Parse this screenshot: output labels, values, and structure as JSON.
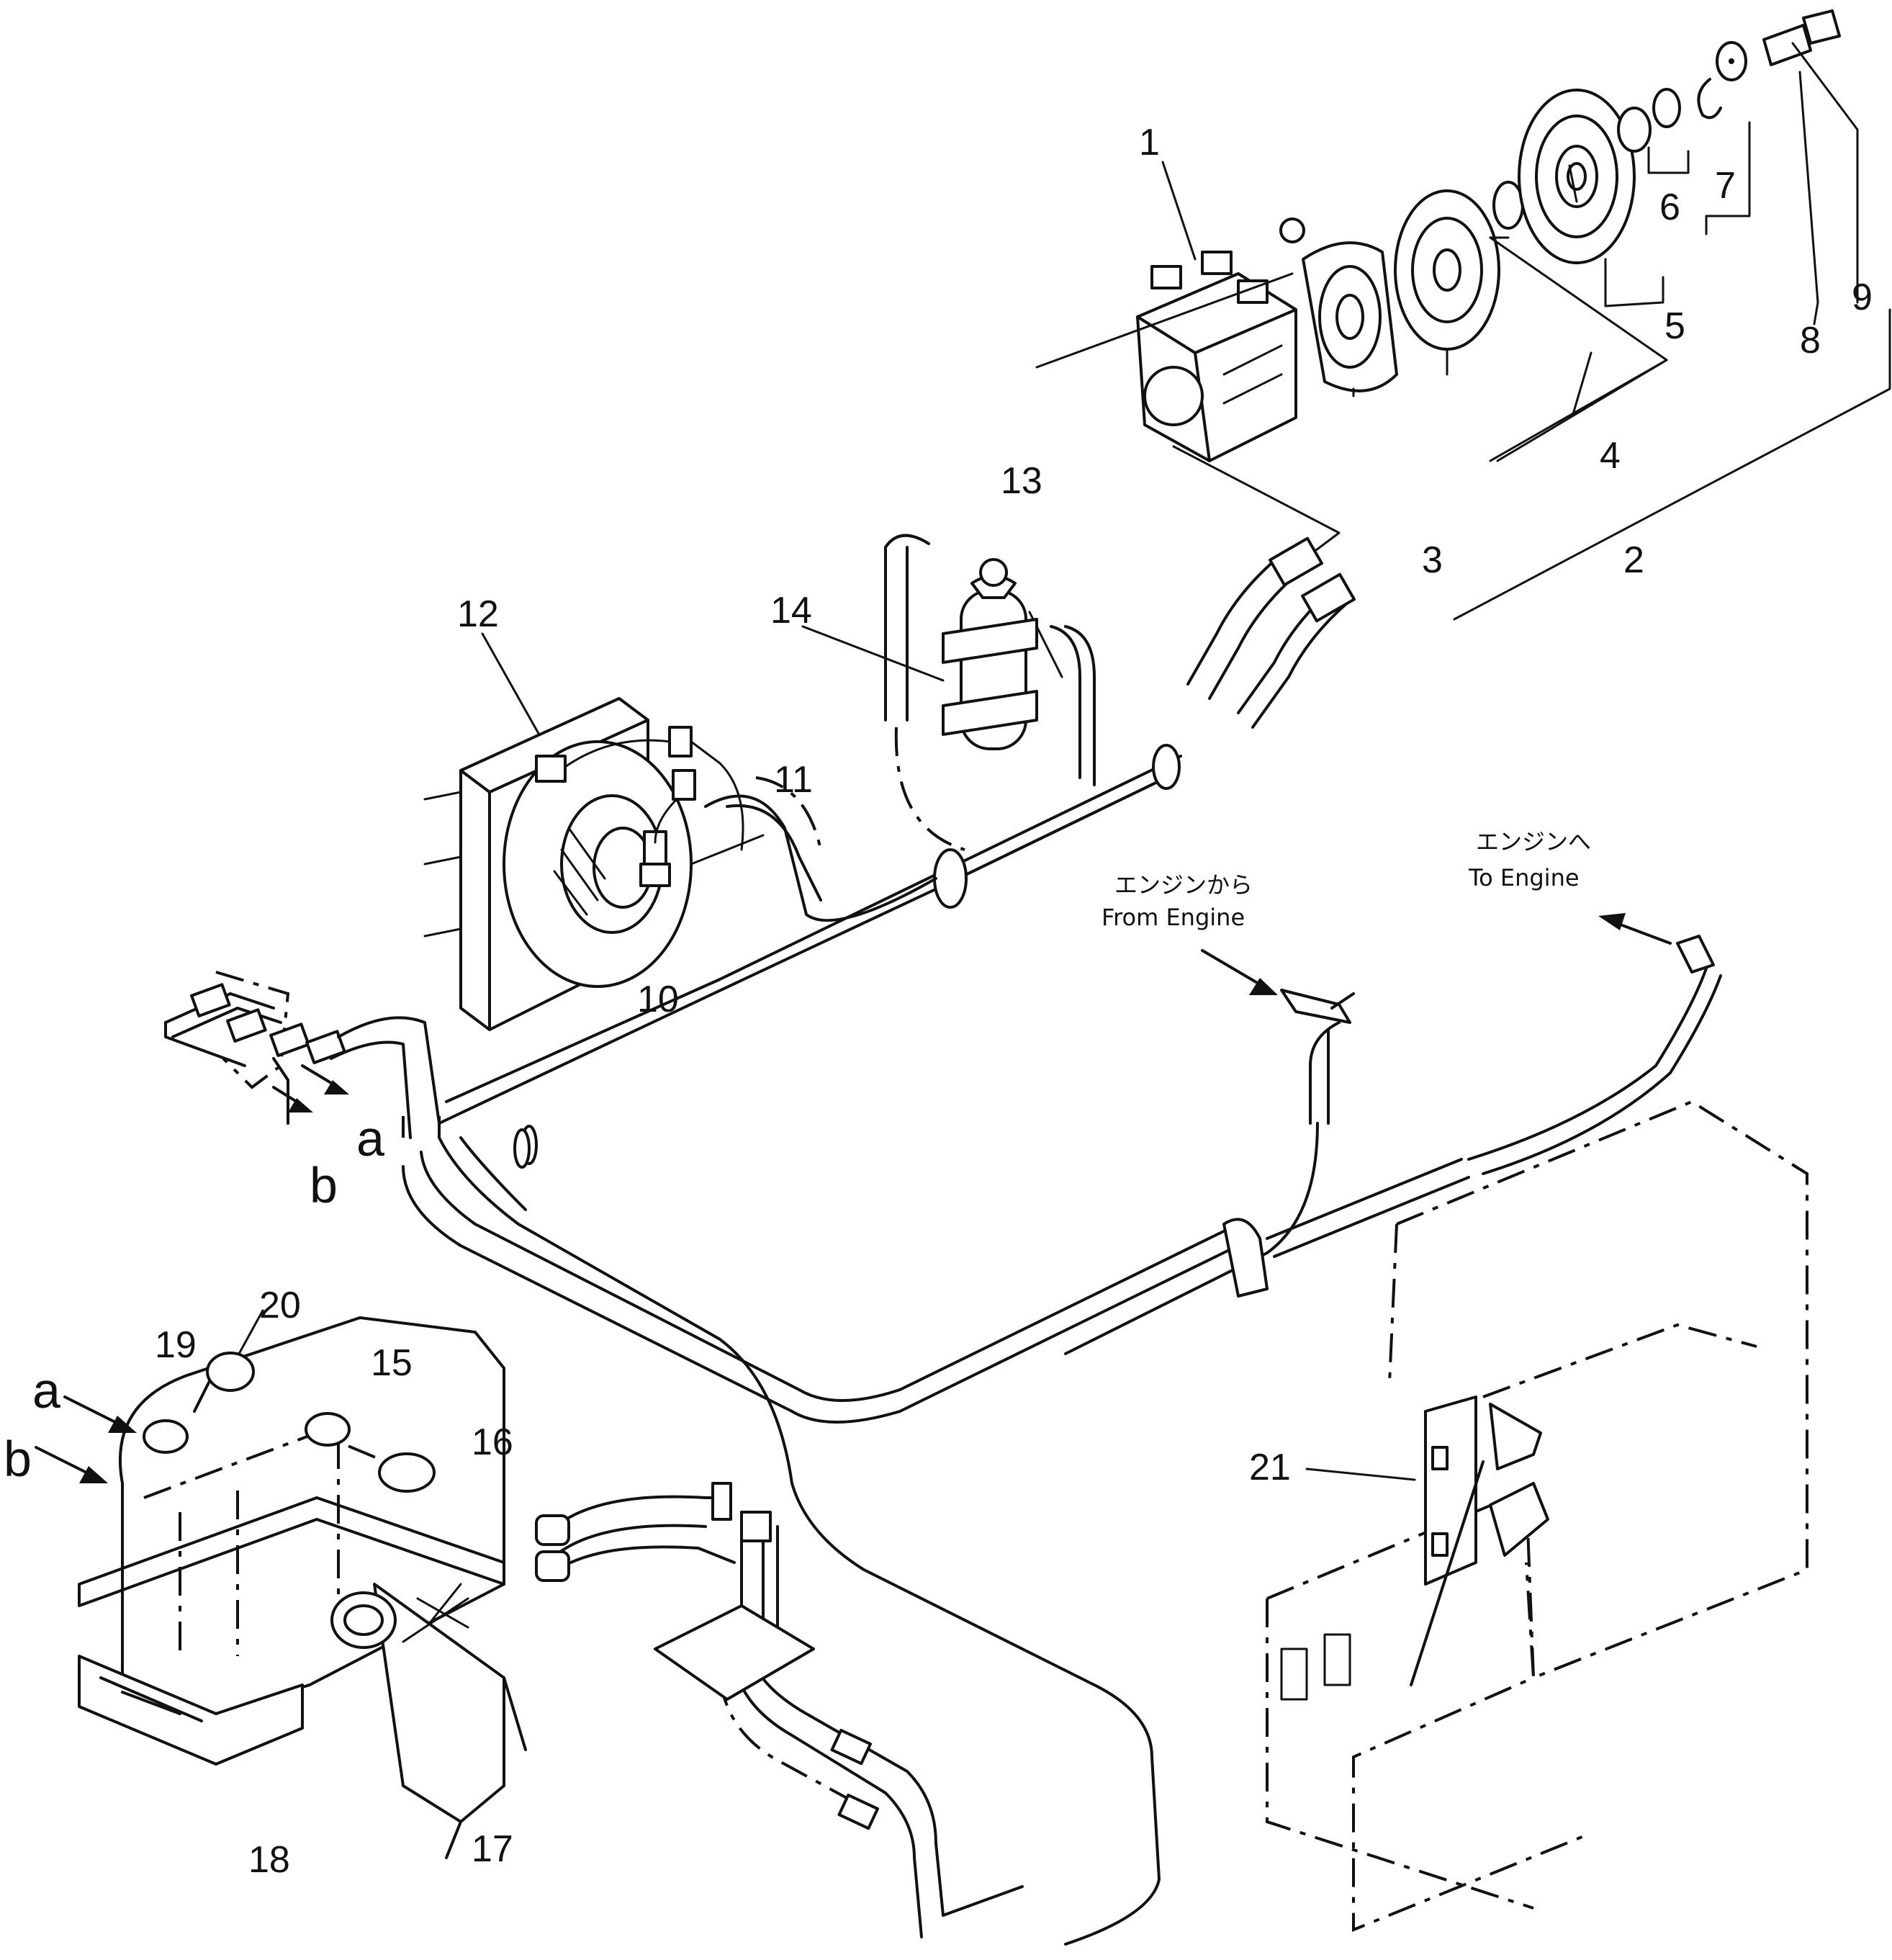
{
  "callouts": [
    "1",
    "2",
    "3",
    "4",
    "5",
    "6",
    "7",
    "8",
    "9",
    "10",
    "11",
    "12",
    "13",
    "14",
    "15",
    "16",
    "17",
    "18",
    "19",
    "20",
    "21"
  ],
  "view_markers": {
    "a": "a",
    "b": "b"
  },
  "engine_notes": {
    "from_engine_jp": "エンジンから",
    "from_engine_en": "From Engine",
    "to_engine_jp": "エンジンへ",
    "to_engine_en": "To Engine"
  }
}
